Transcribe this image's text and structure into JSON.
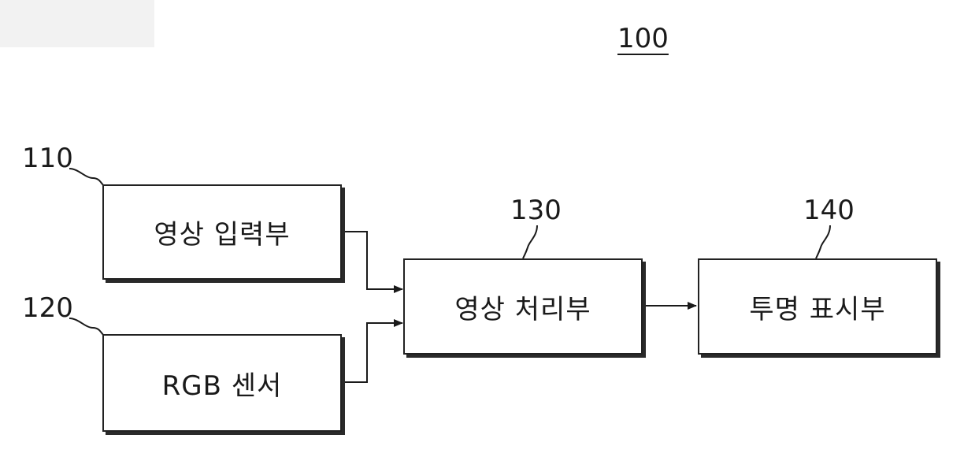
{
  "diagram": {
    "system_ref": "100",
    "blocks": [
      {
        "ref": "110",
        "label": "영상 입력부"
      },
      {
        "ref": "120",
        "label": "RGB 센서"
      },
      {
        "ref": "130",
        "label": "영상 처리부"
      },
      {
        "ref": "140",
        "label": "투명 표시부"
      }
    ]
  }
}
